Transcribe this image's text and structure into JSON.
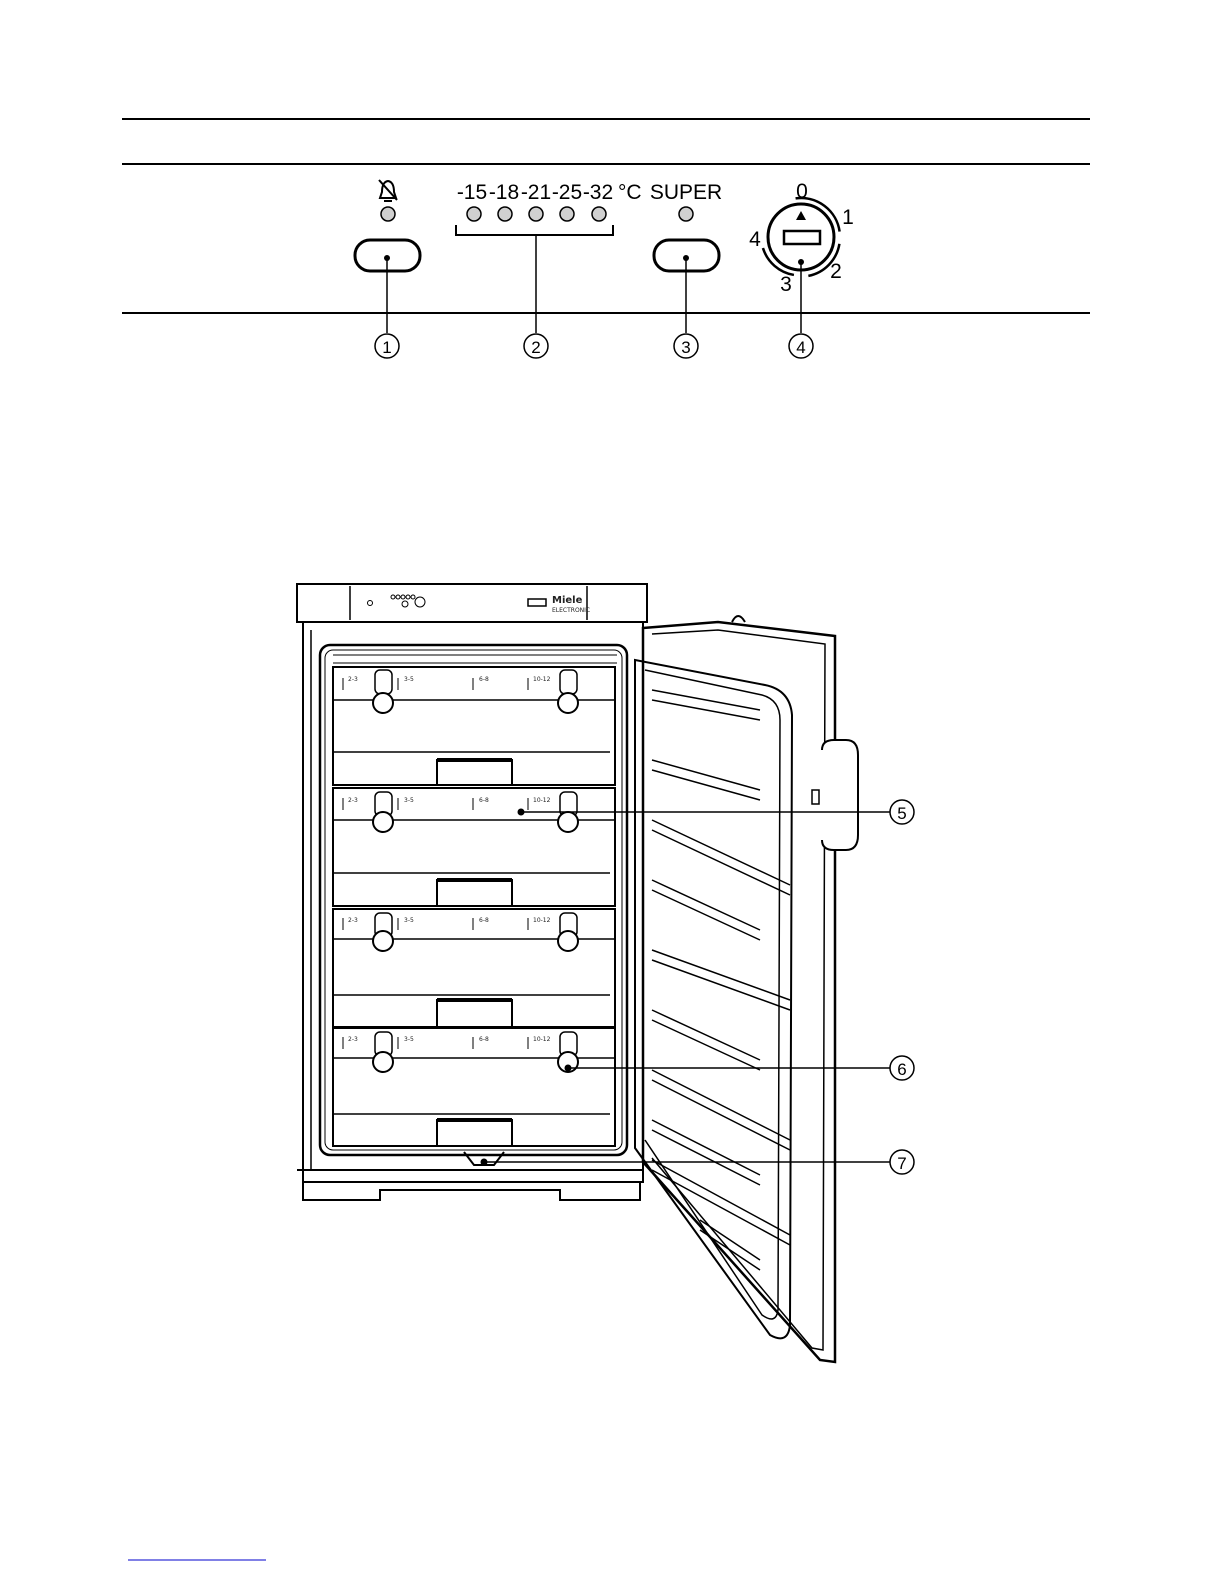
{
  "control_panel": {
    "temperature_values": [
      "-15",
      "-18",
      "-21",
      "-25",
      "-32"
    ],
    "temperature_unit": "°C",
    "super_label": "SUPER",
    "dial_positions": [
      "0",
      "1",
      "2",
      "3",
      "4"
    ],
    "alarm_icon": "alarm-off-bell-icon",
    "dial_marker_icon": "triangle-up-icon"
  },
  "callouts": [
    "1",
    "2",
    "3",
    "4",
    "5",
    "6",
    "7"
  ],
  "appliance": {
    "brand": "Miele",
    "brand_sub": "ELECTRONIC",
    "drawer_count": 4,
    "drawer_labels": [
      "2-3",
      "3-5",
      "6-8",
      "10-12"
    ]
  }
}
